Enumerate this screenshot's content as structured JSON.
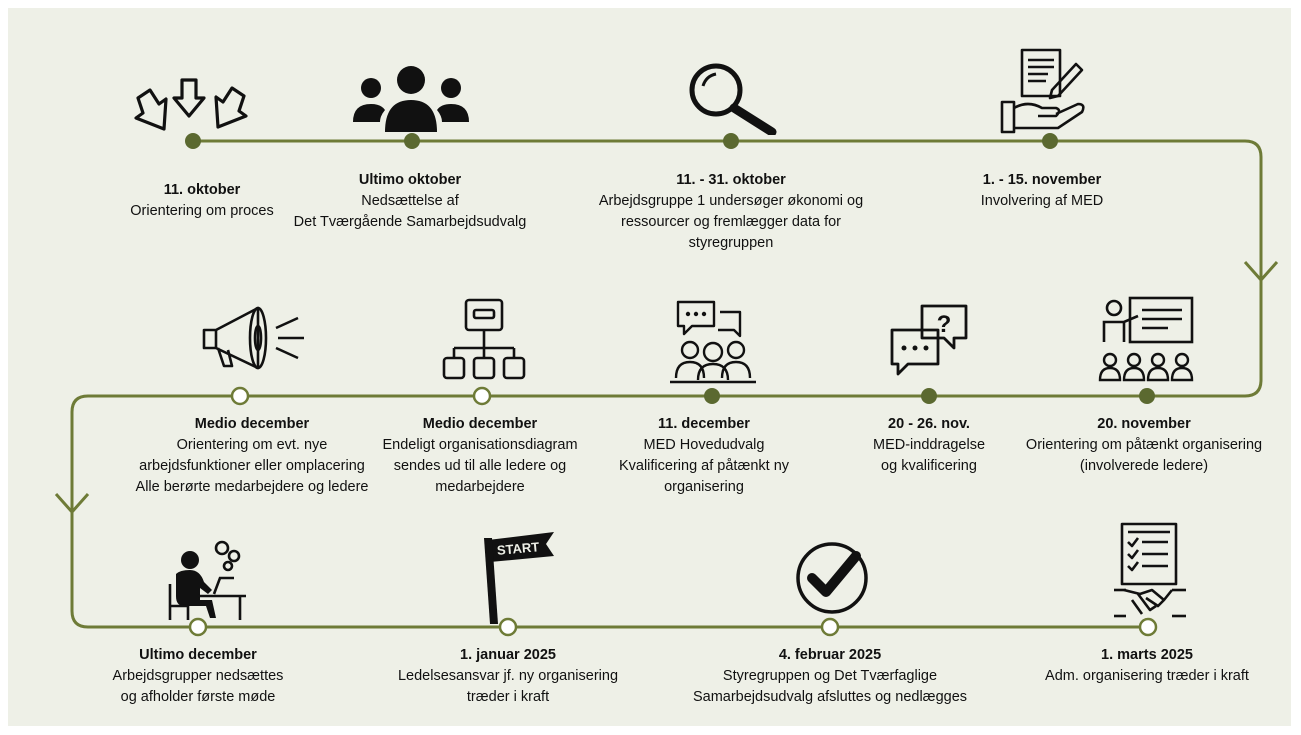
{
  "colors": {
    "background": "#eef0e7",
    "line": "#6e7b37",
    "dot_filled": "#5b6930",
    "dot_open": "#ffffff",
    "icon": "#111111"
  },
  "events": [
    {
      "date": "11. oktober",
      "text": "Orientering om proces",
      "icon": "arrows-down-icon",
      "marker": "filled"
    },
    {
      "date": "Ultimo oktober",
      "text": "Nedsættelse af\nDet Tværgående Samarbejdsudvalg",
      "icon": "people-group-icon",
      "marker": "filled"
    },
    {
      "date": "11. - 31. oktober",
      "text": "Arbejdsgruppe 1 undersøger økonomi og\nressourcer og fremlægger data for\nstyregruppen",
      "icon": "magnifier-icon",
      "marker": "filled"
    },
    {
      "date": "1. - 15. november",
      "text": "Involvering af MED",
      "icon": "document-hand-icon",
      "marker": "filled"
    },
    {
      "date": "20. november",
      "text": "Orientering om påtænkt organisering\n(involverede ledere)",
      "icon": "presentation-icon",
      "marker": "filled"
    },
    {
      "date": "20 - 26. nov.",
      "text": "MED-inddragelse\nog kvalificering",
      "icon": "chat-bubbles-icon",
      "marker": "filled"
    },
    {
      "date": "11. december",
      "text": "MED Hovedudvalg\nKvalificering af påtænkt ny\norganisering",
      "icon": "meeting-icon",
      "marker": "filled"
    },
    {
      "date": "Medio december",
      "text": "Endeligt organisationsdiagram\nsendes ud til alle ledere og\nmedarbejdere",
      "icon": "org-chart-icon",
      "marker": "open"
    },
    {
      "date": "Medio december",
      "text": "Orientering om evt. nye\narbejdsfunktioner eller omplacering\nAlle berørte medarbejdere og ledere",
      "icon": "megaphone-icon",
      "marker": "open"
    },
    {
      "date": "Ultimo december",
      "text": "Arbejdsgrupper nedsættes\nog afholder første møde",
      "icon": "worker-desk-icon",
      "marker": "open"
    },
    {
      "date": "1. januar 2025",
      "text": "Ledelsesansvar jf. ny organisering\ntræder i kraft",
      "icon": "start-flag-icon",
      "marker": "open",
      "icon_label": "START"
    },
    {
      "date": "4. februar 2025",
      "text": "Styregruppen og Det Tværfaglige\nSamarbejdsudvalg afsluttes og nedlægges",
      "icon": "checkmark-circle-icon",
      "marker": "open"
    },
    {
      "date": "1. marts 2025",
      "text": "Adm. organisering træder i kraft",
      "icon": "checklist-handshake-icon",
      "marker": "open"
    }
  ]
}
